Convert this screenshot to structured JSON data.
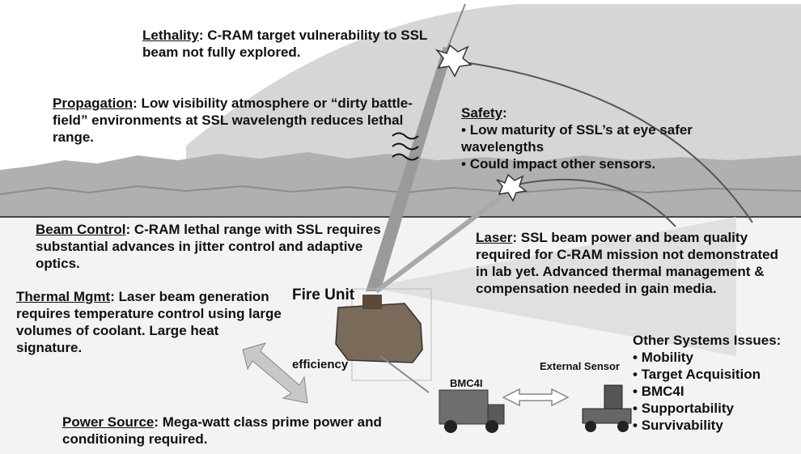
{
  "lethality": {
    "heading": "Lethality",
    "text": ": C-RAM target vulnerability to SSL beam not fully explored."
  },
  "propagation": {
    "heading": "Propagation",
    "text": ": Low visibility atmosphere or “dirty battle-field” environments at SSL wavelength reduces lethal range."
  },
  "safety": {
    "heading": "Safety",
    "suffix": ":",
    "bullets": [
      "Low maturity of SSL’s at eye safer wavelengths",
      "Could impact other sensors."
    ]
  },
  "beam_control": {
    "heading": "Beam Control",
    "text": ": C-RAM lethal range with SSL requires substantial advances in jitter control and adaptive optics."
  },
  "laser": {
    "heading": "Laser",
    "text": ":  SSL beam power and beam quality required for C-RAM mission not demonstrated in lab yet. Advanced thermal management & compensation needed in gain media."
  },
  "fire_unit": "Fire Unit",
  "thermal": {
    "heading": "Thermal Mgmt",
    "text": ": Laser beam generation requires temperature control using large volumes of coolant. Large heat signature."
  },
  "efficiency": "efficiency",
  "bmc4i": "BMC4I",
  "external_sensor": "External Sensor",
  "other_issues": {
    "title": "Other Systems Issues:",
    "items": [
      "Mobility",
      "Target Acquisition",
      "BMC4I",
      "Supportability",
      "Survivability"
    ]
  },
  "power_source": {
    "heading": "Power Source",
    "text": ": Mega-watt class prime power and conditioning required."
  },
  "colors": {
    "sky_arc": "#d6d6d6",
    "terrain": "#b0b0b0",
    "ground": "#f3f3f3",
    "beam": "#9a9a9a",
    "arrow": "#c8c8c8"
  }
}
